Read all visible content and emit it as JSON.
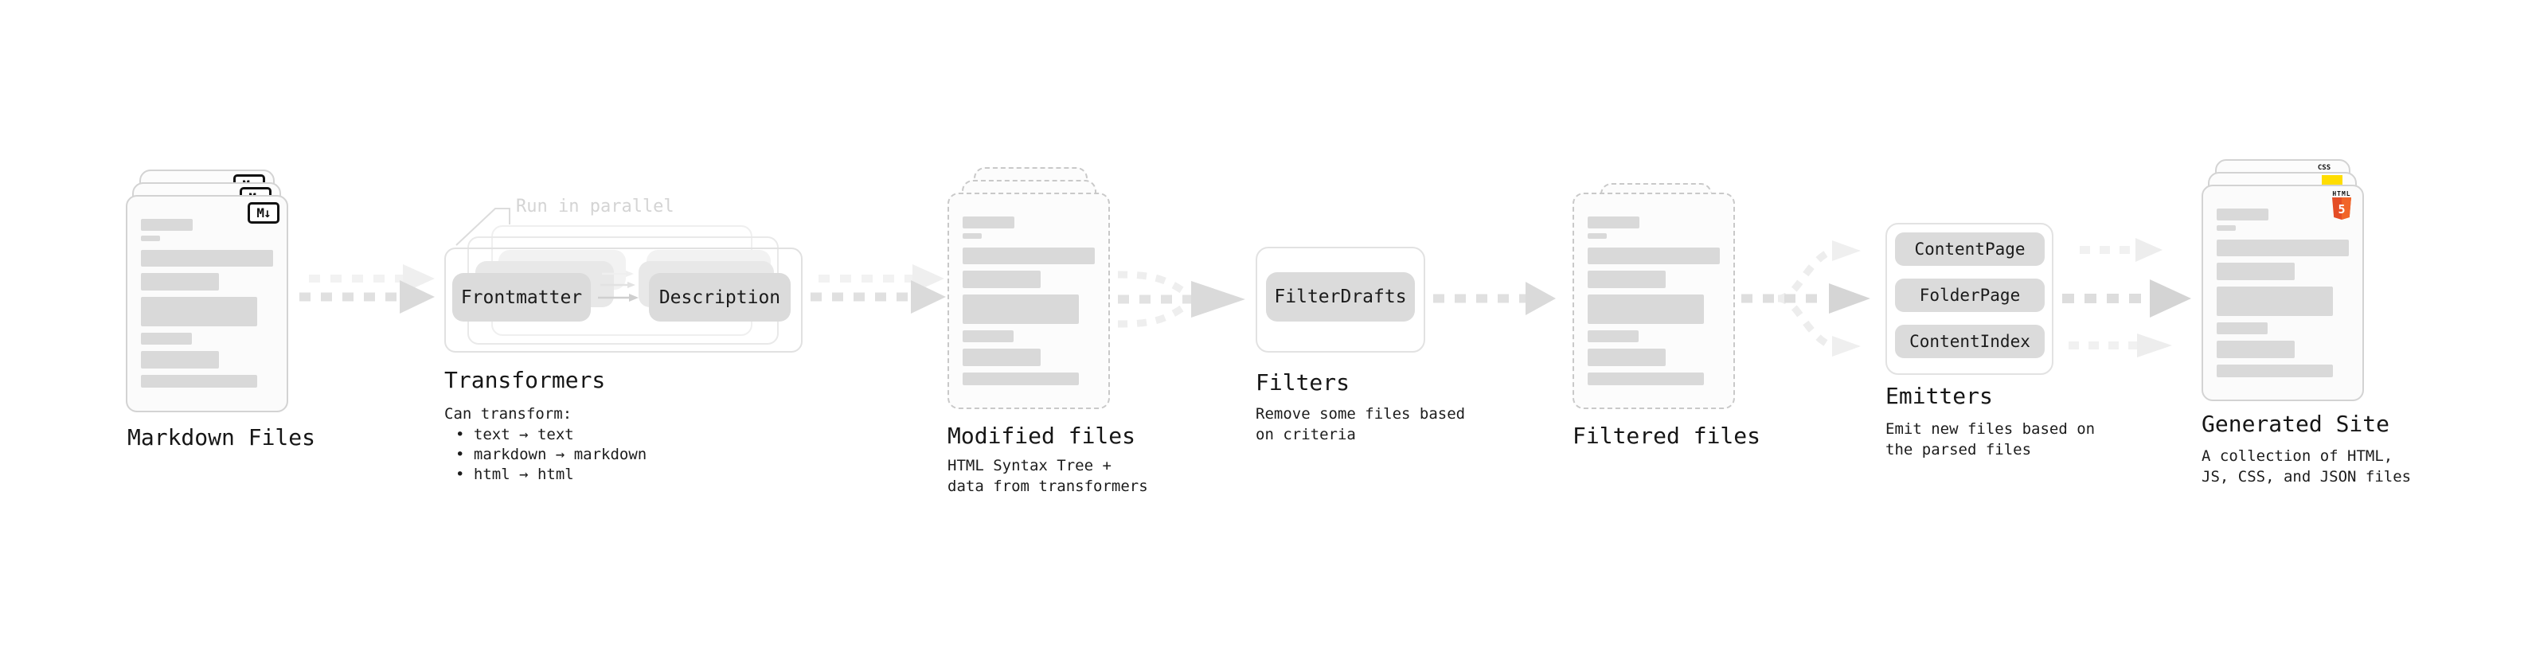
{
  "nodes": {
    "markdown_files": {
      "label": "Markdown Files",
      "badge": "M↓"
    },
    "transformers": {
      "label": "Transformers",
      "note": "Run in parallel",
      "pill_left": "Frontmatter",
      "pill_right": "Description",
      "desc_heading": "Can transform:",
      "bullet_1": "• text → text",
      "bullet_2": "• markdown → markdown",
      "bullet_3": "• html → html"
    },
    "modified_files": {
      "label": "Modified files",
      "desc_line1": "HTML Syntax Tree +",
      "desc_line2": "data from transformers"
    },
    "filters": {
      "label": "Filters",
      "pill": "FilterDrafts",
      "desc_line1": "Remove some files based",
      "desc_line2": "on criteria"
    },
    "filtered_files": {
      "label": "Filtered files"
    },
    "emitters": {
      "label": "Emitters",
      "pill_1": "ContentPage",
      "pill_2": "FolderPage",
      "pill_3": "ContentIndex",
      "desc_line1": "Emit new files based on",
      "desc_line2": "the parsed files"
    },
    "generated_site": {
      "label": "Generated Site",
      "desc_line1": "A collection of HTML,",
      "desc_line2": "JS, CSS, and JSON files",
      "badge_css": "CSS",
      "badge_html_top": "HTML",
      "badge_html_5": "5"
    }
  },
  "colors": {
    "html5_orange": "#e44d26",
    "html5_orange_light": "#f16529",
    "js_yellow": "#ffdd00",
    "css_blue": "#2965f1",
    "card_border": "#d3d3d3",
    "dashed_border": "#c9c9c9",
    "skeleton_bar": "#d9d9d9",
    "pill_bg": "#dbdbdb",
    "arrow_gray": "#dadada"
  }
}
